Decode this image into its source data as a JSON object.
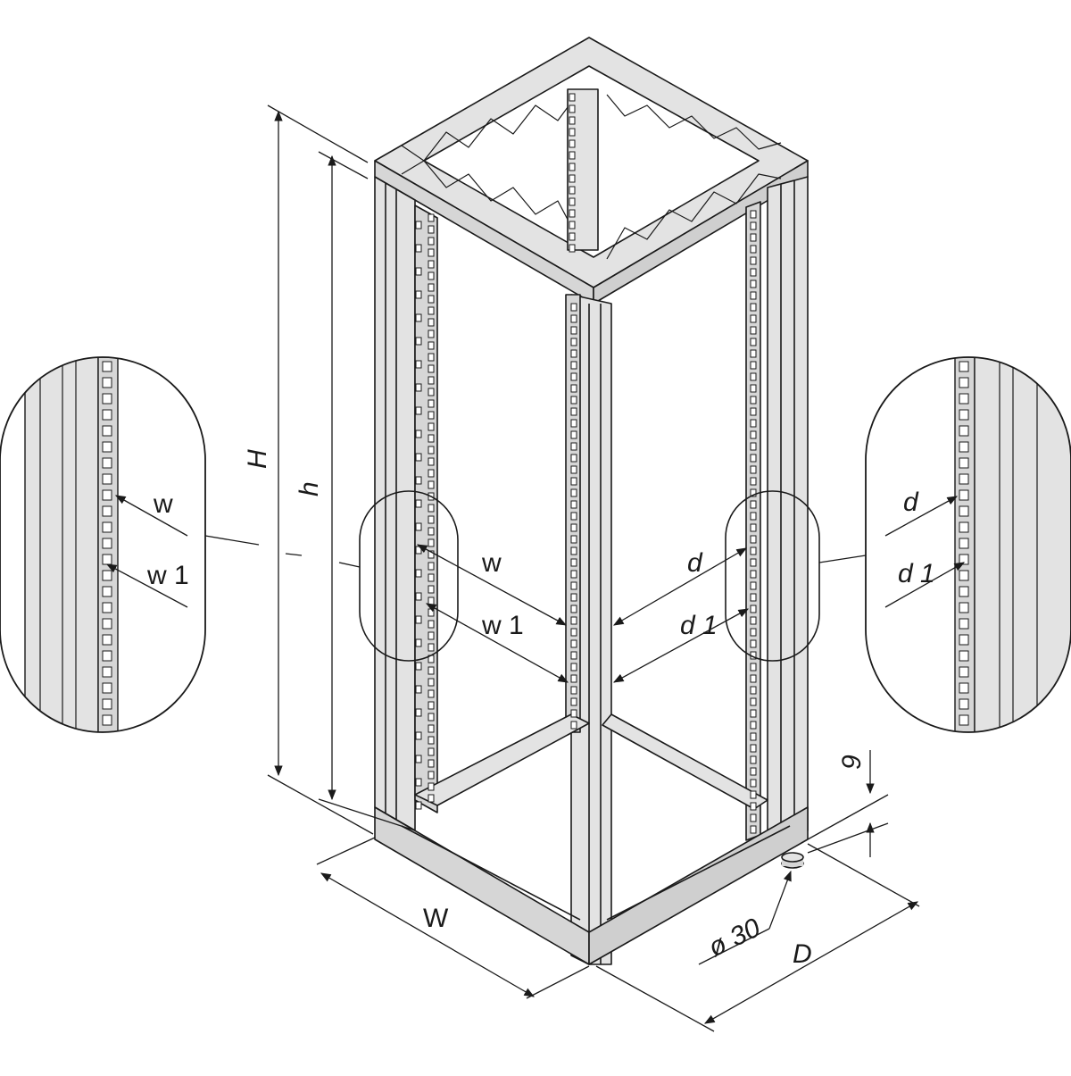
{
  "colors": {
    "frame_fill": "#e3e3e3",
    "frame_shade": "#cfcfcf",
    "stroke": "#1a1a1a",
    "background": "#ffffff"
  },
  "labels": {
    "overall_height": "H",
    "usable_height": "h",
    "width": "W",
    "depth": "D",
    "rail_width": "w",
    "rail_width_1": "w 1",
    "rail_depth": "d",
    "rail_depth_1": "d 1",
    "detail_left_w": "w",
    "detail_left_w1": "w 1",
    "detail_right_d": "d",
    "detail_right_d1": "d 1",
    "base_height": "9",
    "foot_diameter": "ø 30"
  }
}
